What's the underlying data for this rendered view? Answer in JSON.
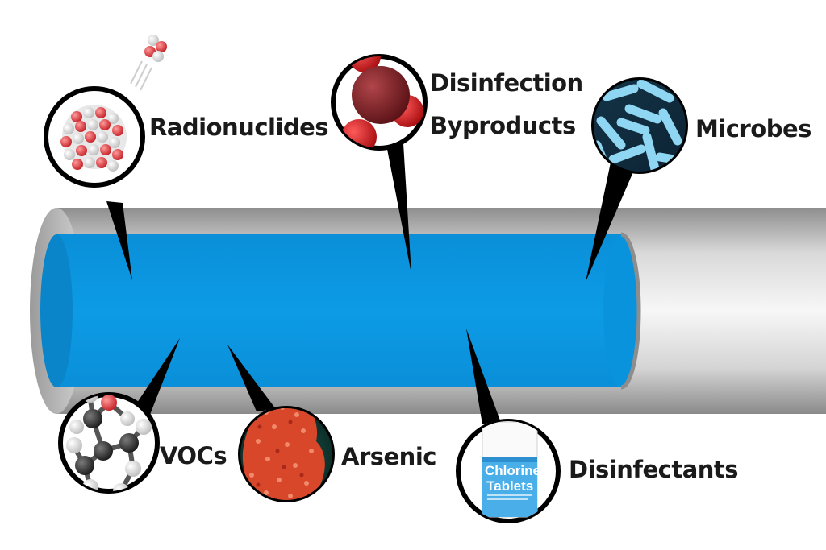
{
  "diagram": {
    "contaminants": [
      {
        "id": "radionuclides",
        "label": "Radionuclides"
      },
      {
        "id": "disinfection-byproducts",
        "label_line1": "Disinfection",
        "label_line2": "Byproducts"
      },
      {
        "id": "microbes",
        "label": "Microbes"
      },
      {
        "id": "vocs",
        "label": "VOCs"
      },
      {
        "id": "arsenic",
        "label": "Arsenic"
      },
      {
        "id": "disinfectants",
        "label": "Disinfectants"
      }
    ],
    "bottle": {
      "line1": "Chlorine",
      "line2": "Tablets"
    },
    "colors": {
      "water": "#0a93dd",
      "pipe": "#bdbdbd",
      "outline": "#000000",
      "atom_red": "#e0373a",
      "atom_white": "#f2f2f2",
      "carbon": "#333333",
      "microbe": "#8ed3ef",
      "arsenic": "#d9472a"
    }
  }
}
